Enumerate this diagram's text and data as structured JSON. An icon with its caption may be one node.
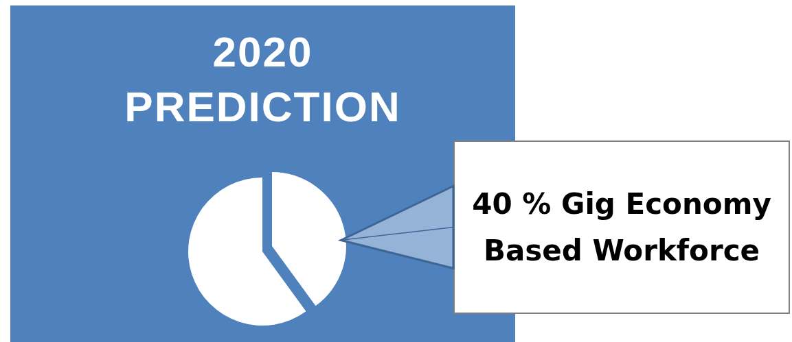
{
  "diagram": {
    "nodes": [
      {
        "text": [
          "2020 PREDICTION"
        ]
      },
      {
        "text": [],
        "shape": "pie",
        "in": 0
      },
      {
        "text": [
          "40 % Gig Economy Based Workforce"
        ]
      }
    ],
    "edges": [
      {
        "from": 2,
        "to": 1,
        "arrow": "none"
      }
    ]
  }
}
